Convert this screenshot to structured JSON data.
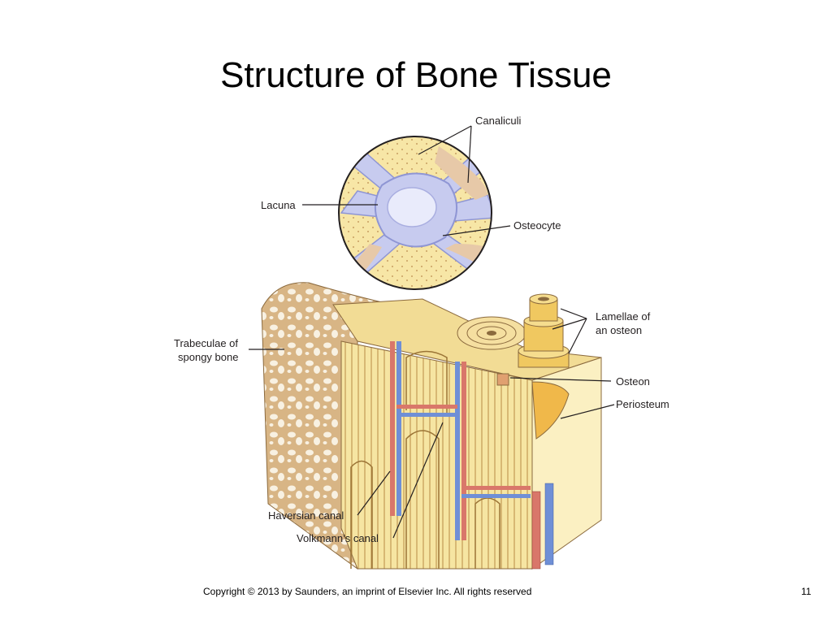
{
  "slide": {
    "title": "Structure of Bone Tissue",
    "footer": "Copyright © 2013 by Saunders, an imprint of Elsevier Inc. All rights reserved",
    "page_number": "11"
  },
  "labels": {
    "canaliculi": "Canaliculi",
    "lacuna": "Lacuna",
    "osteocyte": "Osteocyte",
    "trabeculae_line1": "Trabeculae of",
    "trabeculae_line2": "spongy bone",
    "lamellae_line1": "Lamellae of",
    "lamellae_line2": "an osteon",
    "osteon": "Osteon",
    "periosteum": "Periosteum",
    "haversian_canal": "Haversian canal",
    "volkmanns_canal": "Volkmann’s canal"
  },
  "colors": {
    "bone": "#f6e7a8",
    "bone_dark": "#e8c877",
    "cell_blue": "#c5c8ee",
    "artery": "#d9776a",
    "vein": "#6f8fd6",
    "spongy": "#d9b98a"
  }
}
